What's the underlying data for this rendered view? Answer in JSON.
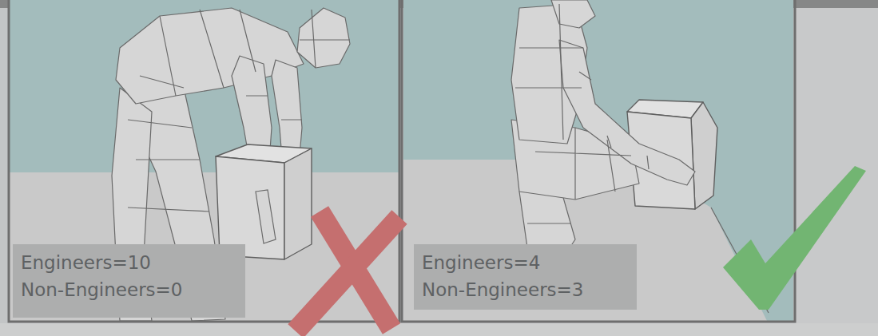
{
  "diagram": {
    "nodes": [
      {
        "text": [
          "Engineers=10",
          "Non-Engineers=0"
        ]
      },
      {
        "text": [
          "Engineers=4",
          "Non-Engineers=3"
        ]
      }
    ]
  }
}
